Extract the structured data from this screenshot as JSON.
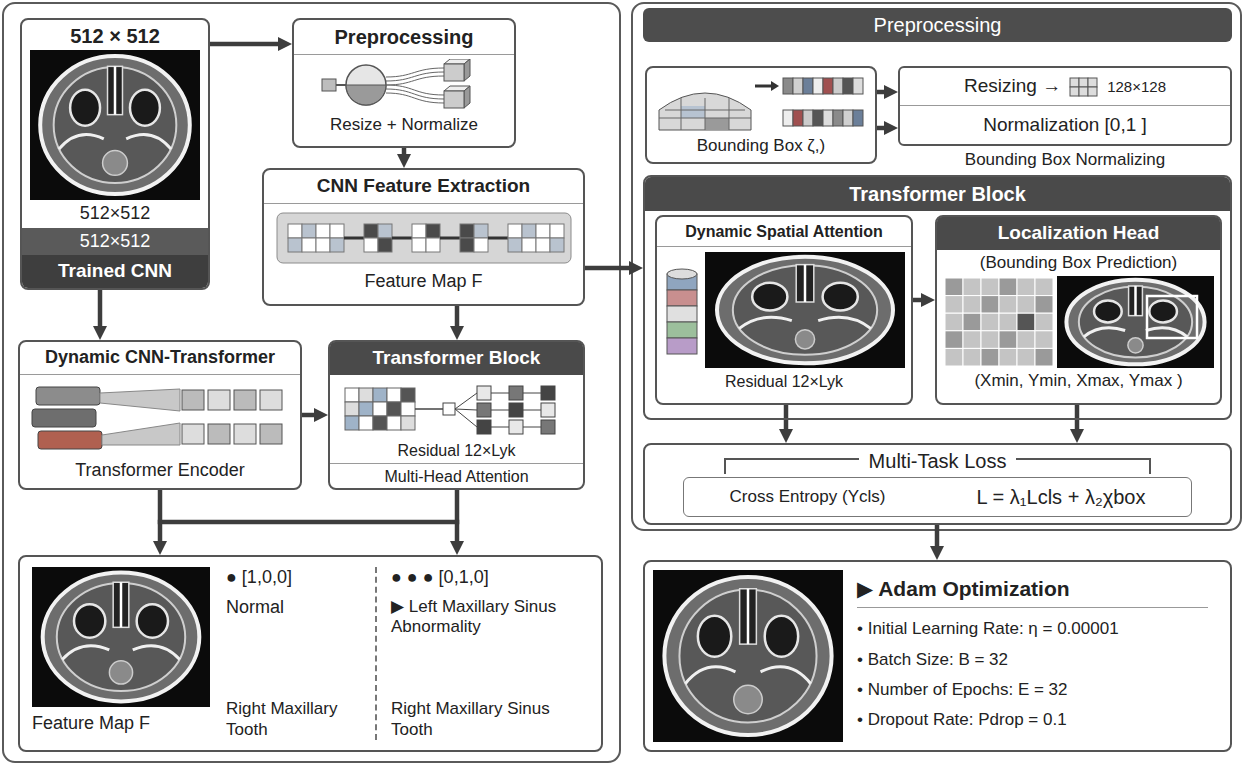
{
  "diagram": {
    "nodes": [
      {
        "text": [
          "512 × 512",
          "512×512",
          "512×512",
          "Trained CNN"
        ]
      },
      {
        "text": [
          "Preprocessing",
          "Resize + Normalize"
        ]
      },
      {
        "text": [
          "CNN Feature Extraction",
          "Feature Map F"
        ]
      },
      {
        "text": [
          "Dynamic CNN-Transformer",
          "Transformer Encoder"
        ]
      },
      {
        "text": [
          "Transformer Block",
          "Residual 12×Lyk",
          "Multi-Head Attention"
        ]
      },
      {
        "text": [
          "● [1,0,0]",
          "Normal",
          "● ● ● [0,1,0]",
          "▶ Left Maxillary Sinus Abnormality",
          "Feature Map F",
          "Right Maxillary Tooth",
          "Right Maxillary Sinus Tooth"
        ]
      },
      {
        "text": [
          "Preprocessing"
        ]
      },
      {
        "text": [
          "Bounding Box ζ,)"
        ],
        "in": 6
      },
      {
        "text": [
          "Resizing →",
          "128×128",
          "Normalization [0,1 ]",
          "Bounding Box Normalizing"
        ],
        "in": 6
      },
      {
        "text": [
          "Transformer Block"
        ]
      },
      {
        "text": [
          "Dynamic Spatial Attention",
          "Residual 12×Lyk"
        ],
        "in": 9
      },
      {
        "text": [
          "Localization Head",
          "(Bounding Box Prediction)",
          "(Xmin, Ymin, Xmax, Ymax )"
        ],
        "in": 9
      },
      {
        "text": [
          "Multi-Task Loss"
        ]
      },
      {
        "text": [
          "Cross Entropy (Ycls)",
          "L = λ₁Lcls + λ₂χbox"
        ],
        "in": 12
      },
      {
        "text": [
          "▶ Adam Optimization",
          "• Initial Learning Rate: η = 0.00001",
          "• Batch Size: B = 32",
          "• Number of Epochs: E = 32",
          "• Dropout Rate: Pdrop = 0.1"
        ]
      }
    ],
    "edges": [
      {
        "from": 0,
        "to": 1,
        "arrow": "to"
      },
      {
        "from": 1,
        "to": 2,
        "arrow": "to"
      },
      {
        "from": 2,
        "to": 4,
        "arrow": "to"
      },
      {
        "from": 0,
        "to": 3,
        "arrow": "to"
      },
      {
        "from": 3,
        "to": 4,
        "arrow": "to"
      },
      {
        "from": 3,
        "to": 5,
        "arrow": "to"
      },
      {
        "from": 4,
        "to": 5,
        "arrow": "to"
      },
      {
        "from": 2,
        "to": 9,
        "arrow": "to"
      },
      {
        "from": 7,
        "to": 8,
        "arrow": "to"
      },
      {
        "from": 7,
        "to": 8,
        "arrow": "to"
      },
      {
        "from": 10,
        "to": 11,
        "arrow": "to"
      },
      {
        "from": 10,
        "to": 12,
        "arrow": "to"
      },
      {
        "from": 11,
        "to": 12,
        "arrow": "to"
      },
      {
        "from": 12,
        "to": 14,
        "arrow": "to"
      }
    ]
  }
}
